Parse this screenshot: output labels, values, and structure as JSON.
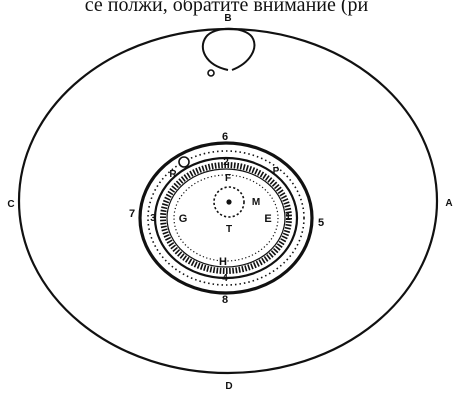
{
  "caption": {
    "text": "се полжи, обратите внимание (ри"
  },
  "diagram": {
    "outer_labels": {
      "top": "B",
      "right": "A",
      "bottom": "D",
      "left": "C"
    },
    "ring_numbers": {
      "top": "6",
      "right": "5",
      "bottom": "8",
      "left": "7"
    },
    "inner_numbers": {
      "top": "2",
      "right": "1",
      "bottom": "4",
      "left": "3"
    },
    "ring_letters": {
      "top_left": "R",
      "top_right": "P",
      "left": "G",
      "right": "E",
      "bottom": "H"
    },
    "center_letters": {
      "top": "F",
      "right": "M",
      "bottom": "T"
    }
  }
}
